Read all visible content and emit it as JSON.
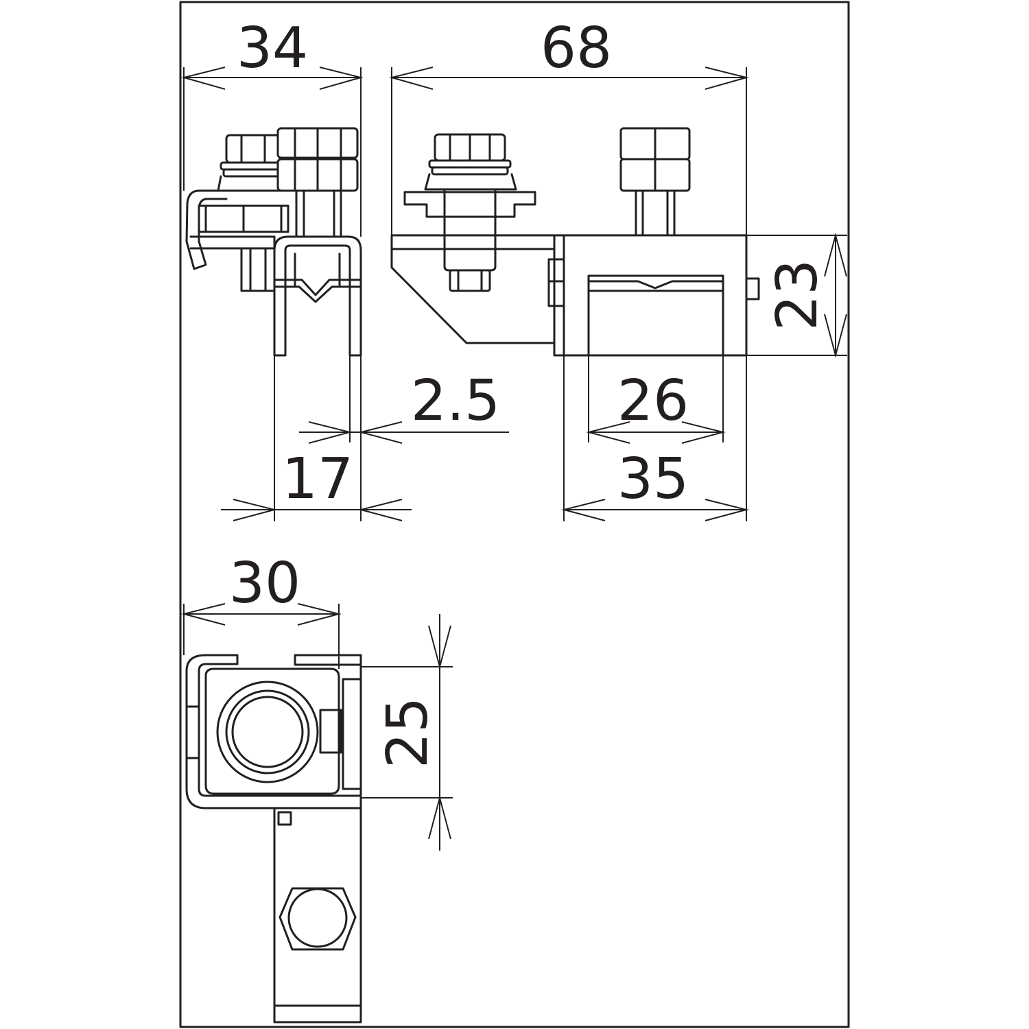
{
  "colors": {
    "line": "#231f20",
    "background": "#ffffff"
  },
  "dimensions": {
    "side_width": "34",
    "overall_length": "68",
    "height": "23",
    "thickness": "2.5",
    "bolt_offset": "17",
    "inner_width": "26",
    "clamp_width": "35",
    "top_width": "30",
    "top_depth": "25"
  }
}
